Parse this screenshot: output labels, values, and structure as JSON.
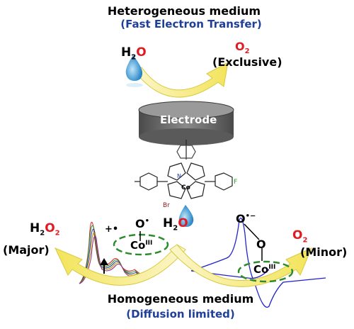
{
  "top": {
    "title": "Heterogeneous medium",
    "subtitle": "(Fast Electron Transfer)",
    "reactant": {
      "h": "H",
      "sub": "2",
      "o": "O"
    },
    "product": {
      "o": "O",
      "sub": "2"
    },
    "product_note": "(Exclusive)"
  },
  "electrode": {
    "label": "Electrode"
  },
  "complex": {
    "metal": "Co",
    "atoms": {
      "br": "Br",
      "f": "F",
      "n": "N"
    }
  },
  "bottom": {
    "title": "Homogeneous medium",
    "subtitle": "(Diffusion limited)",
    "left_product": {
      "h": "H",
      "sub1": "2",
      "o": "O",
      "sub2": "2"
    },
    "left_note": "(Major)",
    "right_product": {
      "o": "O",
      "sub": "2"
    },
    "right_note": "(Minor)",
    "radical_cation": "+•",
    "center_reactant": {
      "h": "H",
      "sub": "2",
      "o": "O"
    },
    "left_intermediate": {
      "o": "O",
      "dot": "•",
      "co": "Co",
      "ox": "III"
    },
    "right_intermediate": {
      "o1": "O",
      "o2": "O",
      "charge": "•−",
      "co": "Co",
      "ox": "III"
    }
  },
  "colors": {
    "arrow_yellow": "#f3e45a",
    "arrow_cream": "#fbf6c9",
    "droplet": "#3b9fd8",
    "oxygen_red": "#e21b23",
    "blue_text": "#1f3f99",
    "electrode_gray": "#6b6b6b",
    "ring_green": "#2e8b2e",
    "cv_blue": "#2222cc"
  }
}
